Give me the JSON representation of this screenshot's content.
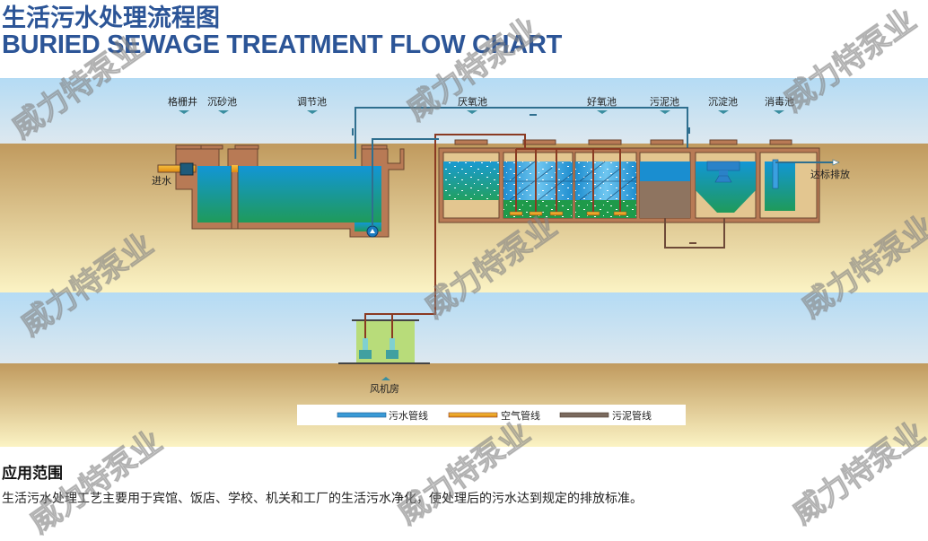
{
  "header": {
    "title_cn": "生活污水处理流程图",
    "title_en": "BURIED SEWAGE TREATMENT FLOW CHART"
  },
  "diagram": {
    "stage_labels": {
      "screen_well": "格栅井",
      "grit_chamber": "沉砂池",
      "equalization_tank": "调节池",
      "anaerobic_tank": "厌氧池",
      "aerobic_tank": "好氧池",
      "sludge_tank": "污泥池",
      "sedimentation_tank": "沉淀池",
      "disinfection_tank": "消毒池",
      "blower_room": "风机房"
    },
    "inlet_label": "进水",
    "outlet_label": "达标排放",
    "legend": [
      {
        "label": "污水管线",
        "color": "#3a9ad6"
      },
      {
        "label": "空气管线",
        "color": "#f0a020"
      },
      {
        "label": "污泥管线",
        "color": "#7a6a5e"
      }
    ],
    "colors": {
      "sewage_line": "#2f6f8f",
      "air_line": "#8a3a22",
      "sludge_line": "#6e4a38",
      "wall": "#b87a55",
      "water_top": "#1296d6",
      "water_bottom": "#1f9a5a"
    }
  },
  "application": {
    "title": "应用范围",
    "text": "生活污水处理工艺主要用于宾馆、饭店、学校、机关和工厂的生活污水净化，使处理后的污水达到规定的排放标准。"
  },
  "watermark": "威力特泵业"
}
